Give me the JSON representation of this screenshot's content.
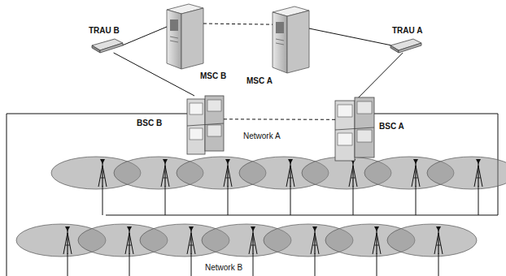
{
  "diagram": {
    "nodes": [
      {
        "text": [
          "TRAU B"
        ]
      },
      {
        "text": [
          "MSC B"
        ]
      },
      {
        "text": [
          "MSC A"
        ]
      },
      {
        "text": [
          "TRAU A"
        ]
      },
      {
        "text": [
          "BSC B"
        ]
      },
      {
        "text": [
          "BSC A"
        ]
      }
    ],
    "edges": [
      {
        "from": 0,
        "to": 1,
        "arrow": "none"
      },
      {
        "from": 0,
        "to": 4,
        "arrow": "none"
      },
      {
        "from": 1,
        "to": 2,
        "arrow": "none"
      },
      {
        "from": 2,
        "to": 3,
        "arrow": "none"
      },
      {
        "from": 3,
        "to": 5,
        "arrow": "none"
      },
      {
        "from": 4,
        "to": 5,
        "arrow": "none"
      }
    ],
    "labels": [
      "Network A",
      "Network B"
    ]
  }
}
